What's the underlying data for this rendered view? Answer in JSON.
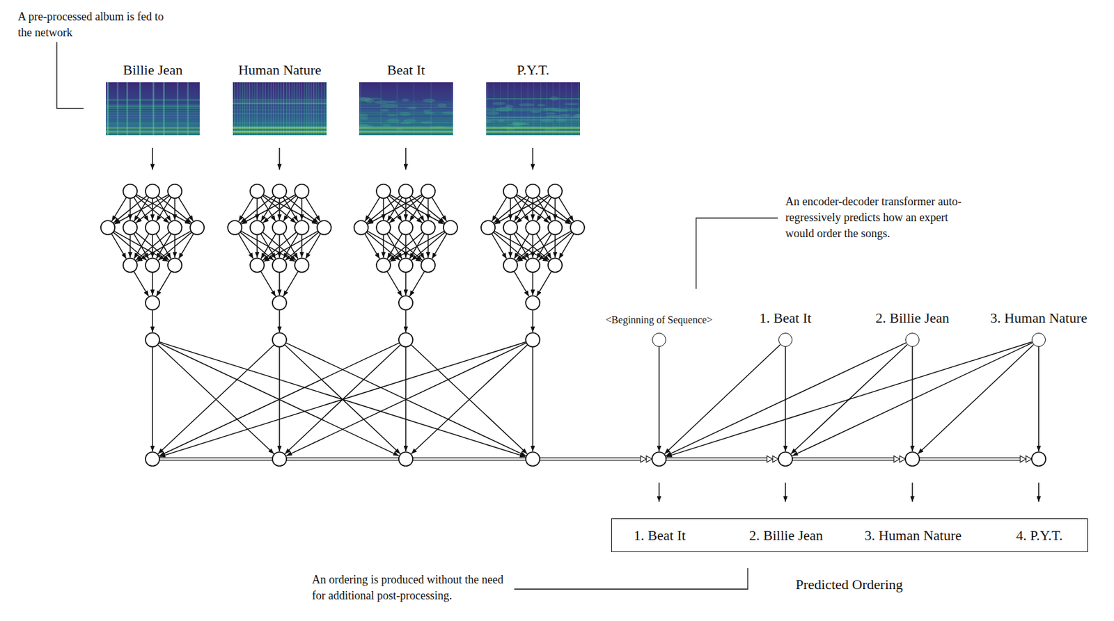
{
  "diagram": {
    "nodes": [
      {
        "text": [
          "Billie Jean"
        ]
      },
      {
        "text": [
          "Human Nature"
        ]
      },
      {
        "text": [
          "Beat It"
        ]
      },
      {
        "text": [
          "P.Y.T."
        ]
      },
      {
        "text": [
          "<Beginning of Sequence>"
        ]
      },
      {
        "text": [
          "1. Beat It"
        ]
      },
      {
        "text": [
          "2. Billie Jean"
        ]
      },
      {
        "text": [
          "3. Human Nature"
        ]
      },
      {
        "text": [
          "1. Beat It",
          "2. Billie Jean",
          "3. Human Nature",
          "4. P.Y.T."
        ]
      }
    ],
    "labels": [
      "A pre-processed album is fed to the network",
      "An encoder-decoder transformer auto-regressively predicts how an expert would order the songs.",
      "Predicted Ordering",
      "An ordering is produced without the need for additional post-processing."
    ]
  }
}
